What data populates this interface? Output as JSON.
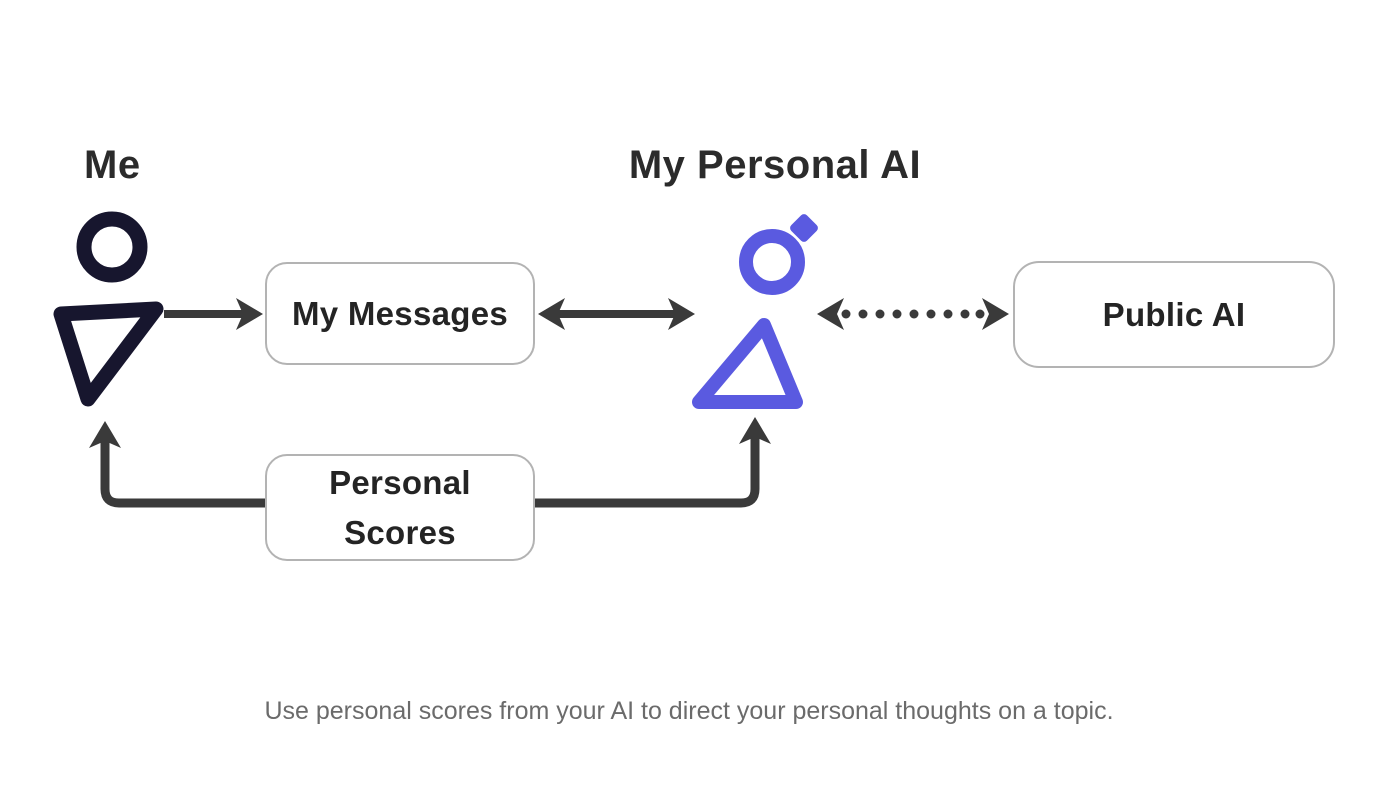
{
  "diagram": {
    "me": {
      "title": "Me"
    },
    "personal_ai": {
      "title": "My Personal AI"
    },
    "boxes": {
      "my_messages": {
        "label": "My Messages"
      },
      "public_ai": {
        "label": "Public AI"
      },
      "personal_scores": {
        "label": "Personal Scores",
        "line1": "Personal",
        "line2": "Scores"
      }
    },
    "edges": [
      {
        "from": "me",
        "to": "my-messages",
        "style": "solid",
        "arrows": "one-way"
      },
      {
        "from": "my-messages",
        "to": "personal-ai",
        "style": "solid",
        "arrows": "two-way"
      },
      {
        "from": "personal-ai",
        "to": "public-ai",
        "style": "dotted",
        "arrows": "two-way"
      },
      {
        "from": "personal-scores",
        "to": "me",
        "style": "solid",
        "arrows": "up-into-me"
      },
      {
        "from": "personal-scores",
        "to": "personal-ai",
        "style": "solid",
        "arrows": "up-into-personal-ai"
      }
    ],
    "caption": "Use personal scores from your AI to direct your personal thoughts on a topic."
  },
  "colors": {
    "background": "#ffffff",
    "me_icon": "#17162e",
    "personal_ai_icon": "#5a5ae0",
    "arrow": "#3a3a3a",
    "box_border": "#b3b3b3",
    "box_text": "#242424",
    "title_text": "#2b2b2b",
    "caption_text": "#6b6b6b"
  }
}
